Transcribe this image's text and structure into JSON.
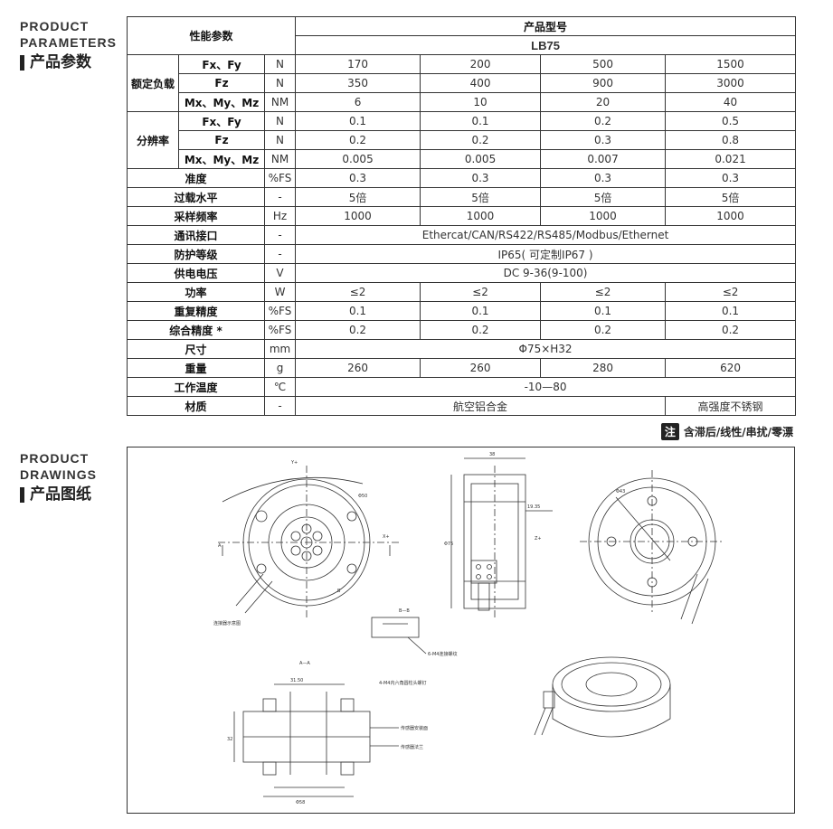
{
  "sections": {
    "params": {
      "en": [
        "PRODUCT",
        "PARAMETERS"
      ],
      "cn": "产品参数"
    },
    "drawings": {
      "en": [
        "PRODUCT",
        "DRAWINGS"
      ],
      "cn": "产品图纸"
    }
  },
  "table": {
    "header_param": "性能参数",
    "header_model": "产品型号",
    "model_name": "LB75",
    "group_load": "额定负载",
    "group_resolution": "分辨率",
    "load_rows": [
      {
        "name": "Fx、Fy",
        "unit": "N",
        "vals": [
          "170",
          "200",
          "500",
          "1500"
        ]
      },
      {
        "name": "Fz",
        "unit": "N",
        "vals": [
          "350",
          "400",
          "900",
          "3000"
        ]
      },
      {
        "name": "Mx、My、Mz",
        "unit": "NM",
        "vals": [
          "6",
          "10",
          "20",
          "40"
        ]
      }
    ],
    "resolution_rows": [
      {
        "name": "Fx、Fy",
        "unit": "N",
        "vals": [
          "0.1",
          "0.1",
          "0.2",
          "0.5"
        ]
      },
      {
        "name": "Fz",
        "unit": "N",
        "vals": [
          "0.2",
          "0.2",
          "0.3",
          "0.8"
        ]
      },
      {
        "name": "Mx、My、Mz",
        "unit": "NM",
        "vals": [
          "0.005",
          "0.005",
          "0.007",
          "0.021"
        ]
      }
    ],
    "rows": [
      {
        "name": "准度",
        "unit": "%FS",
        "vals": [
          "0.3",
          "0.3",
          "0.3",
          "0.3"
        ]
      },
      {
        "name": "过载水平",
        "unit": "-",
        "vals": [
          "5倍",
          "5倍",
          "5倍",
          "5倍"
        ]
      },
      {
        "name": "采样频率",
        "unit": "Hz",
        "vals": [
          "1000",
          "1000",
          "1000",
          "1000"
        ]
      },
      {
        "name": "通讯接口",
        "unit": "-",
        "span": "Ethercat/CAN/RS422/RS485/Modbus/Ethernet"
      },
      {
        "name": "防护等级",
        "unit": "-",
        "span": "IP65( 可定制IP67 )"
      },
      {
        "name": "供电电压",
        "unit": "V",
        "span": "DC 9-36(9-100)"
      },
      {
        "name": "功率",
        "unit": "W",
        "vals": [
          "≤2",
          "≤2",
          "≤2",
          "≤2"
        ]
      },
      {
        "name": "重复精度",
        "unit": "%FS",
        "vals": [
          "0.1",
          "0.1",
          "0.1",
          "0.1"
        ]
      },
      {
        "name": "综合精度 *",
        "unit": "%FS",
        "vals": [
          "0.2",
          "0.2",
          "0.2",
          "0.2"
        ]
      },
      {
        "name": "尺寸",
        "unit": "mm",
        "span": "Φ75×H32"
      },
      {
        "name": "重量",
        "unit": "g",
        "vals": [
          "260",
          "260",
          "280",
          "620"
        ]
      },
      {
        "name": "工作温度",
        "unit": "℃",
        "span": "-10—80"
      },
      {
        "name": "材质",
        "unit": "-",
        "span3": "航空铝合金",
        "last": "高强度不锈钢"
      }
    ]
  },
  "note": {
    "tag": "注",
    "text": "含滞后/线性/串扰/零漂"
  },
  "drawing_labels": {
    "section_bb": "B—B",
    "section_aa": "A—A",
    "callout_m4": "4-M4内六角圆柱头螺钉",
    "callout_a": "传感器安装面",
    "callout_b": "传感器法兰",
    "callout_c": "连接器示意图",
    "callout_d": "6-M4连接螺纹",
    "dim_38": "38",
    "dim_75": "Φ75",
    "dim_1935": "19.35",
    "dim_32": "32",
    "dim_3150": "31.50",
    "dim_58": "Φ58",
    "dim_50": "Φ50",
    "dim_43": "Φ43",
    "label_a": "A",
    "label_b": "B",
    "label_x": "X+",
    "label_y": "Y+",
    "label_z": "Z+"
  }
}
